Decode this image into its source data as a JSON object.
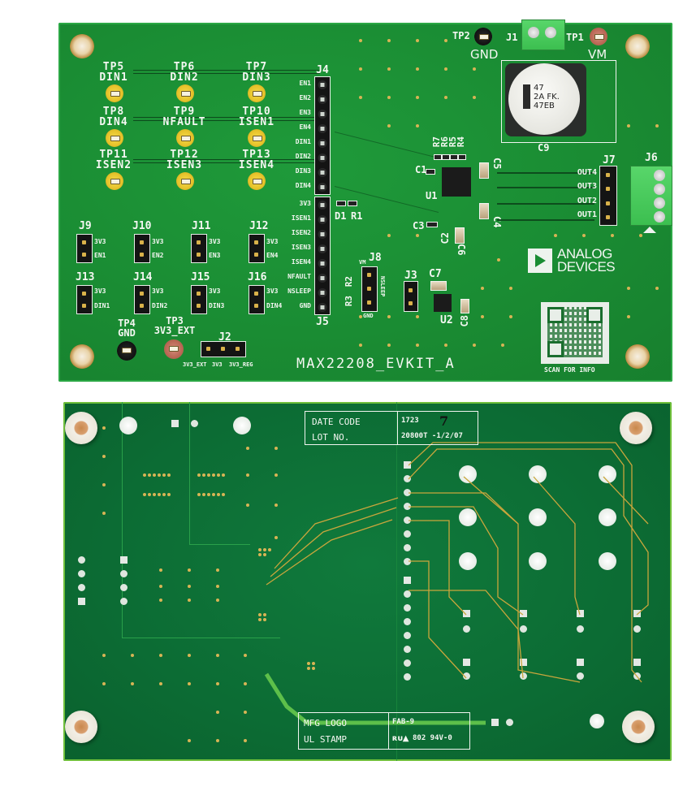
{
  "top_board": {
    "title": "MAX22208_EVKIT_A",
    "brand": {
      "line1": "ANALOG",
      "line2": "DEVICES"
    },
    "qr_caption": "SCAN FOR INFO",
    "test_points": [
      {
        "id": "TP5",
        "signal": "DIN1"
      },
      {
        "id": "TP6",
        "signal": "DIN2"
      },
      {
        "id": "TP7",
        "signal": "DIN3"
      },
      {
        "id": "TP8",
        "signal": "DIN4"
      },
      {
        "id": "TP9",
        "signal": "NFAULT"
      },
      {
        "id": "TP10",
        "signal": "ISEN1"
      },
      {
        "id": "TP11",
        "signal": "ISEN2"
      },
      {
        "id": "TP12",
        "signal": "ISEN3"
      },
      {
        "id": "TP13",
        "signal": "ISEN4"
      }
    ],
    "power_test_points": {
      "tp2": {
        "id": "TP2",
        "signal": "GND"
      },
      "tp1": {
        "id": "TP1",
        "signal": "VM"
      },
      "tp4": {
        "id": "TP4",
        "signal": "GND"
      },
      "tp3": {
        "id": "TP3",
        "signal": "3V3_EXT"
      }
    },
    "connectors": {
      "j1": "J1",
      "j2": {
        "ref": "J2",
        "pins": [
          "3V3_EXT",
          "3V3",
          "3V3_REG"
        ]
      },
      "j3": "J3",
      "j4": {
        "ref": "J4",
        "pins": [
          "EN1",
          "EN2",
          "EN3",
          "EN4",
          "DIN1",
          "DIN2",
          "DIN3",
          "DIN4"
        ]
      },
      "j5": {
        "ref": "J5",
        "pins": [
          "3V3",
          "ISEN1",
          "ISEN2",
          "ISEN3",
          "ISEN4",
          "NFAULT",
          "NSLEEP",
          "GND"
        ]
      },
      "j6": "J6",
      "j7": {
        "ref": "J7",
        "pins": [
          "OUT4",
          "OUT3",
          "OUT2",
          "OUT1"
        ]
      },
      "j8": {
        "ref": "J8",
        "top": "VM",
        "side": "NSLEEP",
        "bottom": "GND"
      }
    },
    "jumpers": [
      {
        "ref": "J9",
        "top": "3V3",
        "bottom": "EN1"
      },
      {
        "ref": "J10",
        "top": "3V3",
        "bottom": "EN2"
      },
      {
        "ref": "J11",
        "top": "3V3",
        "bottom": "EN3"
      },
      {
        "ref": "J12",
        "top": "3V3",
        "bottom": "EN4"
      },
      {
        "ref": "J13",
        "top": "3V3",
        "bottom": "DIN1"
      },
      {
        "ref": "J14",
        "top": "3V3",
        "bottom": "DIN2"
      },
      {
        "ref": "J15",
        "top": "3V3",
        "bottom": "DIN3"
      },
      {
        "ref": "J16",
        "top": "3V3",
        "bottom": "DIN4"
      }
    ],
    "components": {
      "c1": "C1",
      "c2": "C2",
      "c3": "C3",
      "c4": "C4",
      "c5": "C5",
      "c6": "C6",
      "c7": "C7",
      "c8": "C8",
      "c9": "C9",
      "u1": "U1",
      "u2": "U2",
      "d1": "D1",
      "r1": "R1",
      "r2": "R2",
      "r3": "R3",
      "r4": "R4",
      "r5": "R5",
      "r6": "R6",
      "r7": "R7"
    },
    "capacitor_marking": {
      "line1": "47",
      "line2": "2A FK.",
      "line3": "47EB"
    }
  },
  "bottom_board": {
    "date_code_label": "DATE CODE",
    "date_code_value": "1723",
    "lot_no_label": "LOT NO.",
    "lot_no_value": "20800T -1/2/07",
    "handwritten_mark": "7",
    "mfg_logo_label": "MFG LOGO",
    "mfg_logo_value": "FAB-9",
    "ul_stamp_label": "UL STAMP",
    "ul_stamp_value": "802 94V-0"
  },
  "colors": {
    "top_pcb": "#1a8c33",
    "bottom_pcb": "#0c6c34",
    "silkscreen": "#f4f7f2",
    "gold": "#e6c22a",
    "terminal_green": "#4ccc5e"
  }
}
